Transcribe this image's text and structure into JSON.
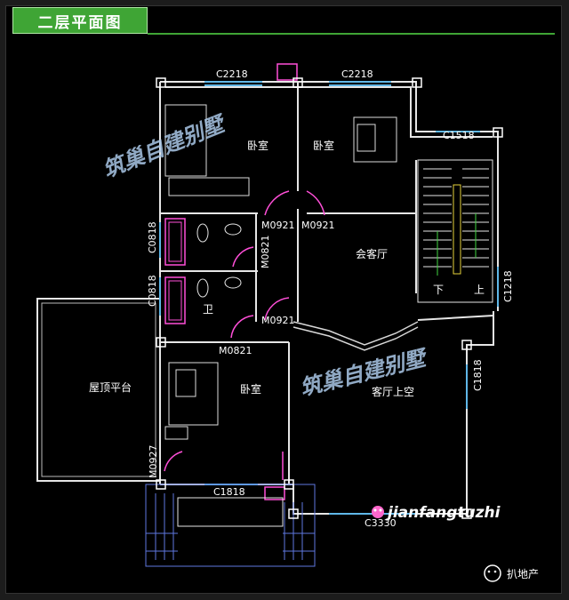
{
  "header": {
    "title": "二层平面图"
  },
  "rooms": {
    "bedroom_top_left": "卧室",
    "bedroom_top_right": "卧室",
    "living": "会客厅",
    "bath": "卫",
    "bedroom_bottom": "卧室",
    "roof_terrace": "屋顶平台",
    "void": "客厅上空"
  },
  "stairs": {
    "down": "下",
    "up": "上"
  },
  "windows": {
    "w1": "C2218",
    "w2": "C2218",
    "w3": "C1518",
    "w4": "C0818",
    "w5": "C0818",
    "w6": "C1218",
    "w7": "C1818",
    "w8": "C1818",
    "w9": "C3330"
  },
  "doors": {
    "d1": "M0921",
    "d2": "M0921",
    "d3": "M0821",
    "d4": "M0921",
    "d5": "M0821",
    "d6": "M0927"
  },
  "watermarks": {
    "wm1": "筑巢自建别墅",
    "wm2": "筑巢自建别墅",
    "url": "jianfangtuzhi"
  },
  "footer": {
    "account": "扒地产"
  },
  "colors": {
    "title_bg": "#3fa535",
    "wall": "#e6e6e6",
    "window": "#5fb7e8",
    "door": "#ff4fd8",
    "bg": "#000000"
  }
}
